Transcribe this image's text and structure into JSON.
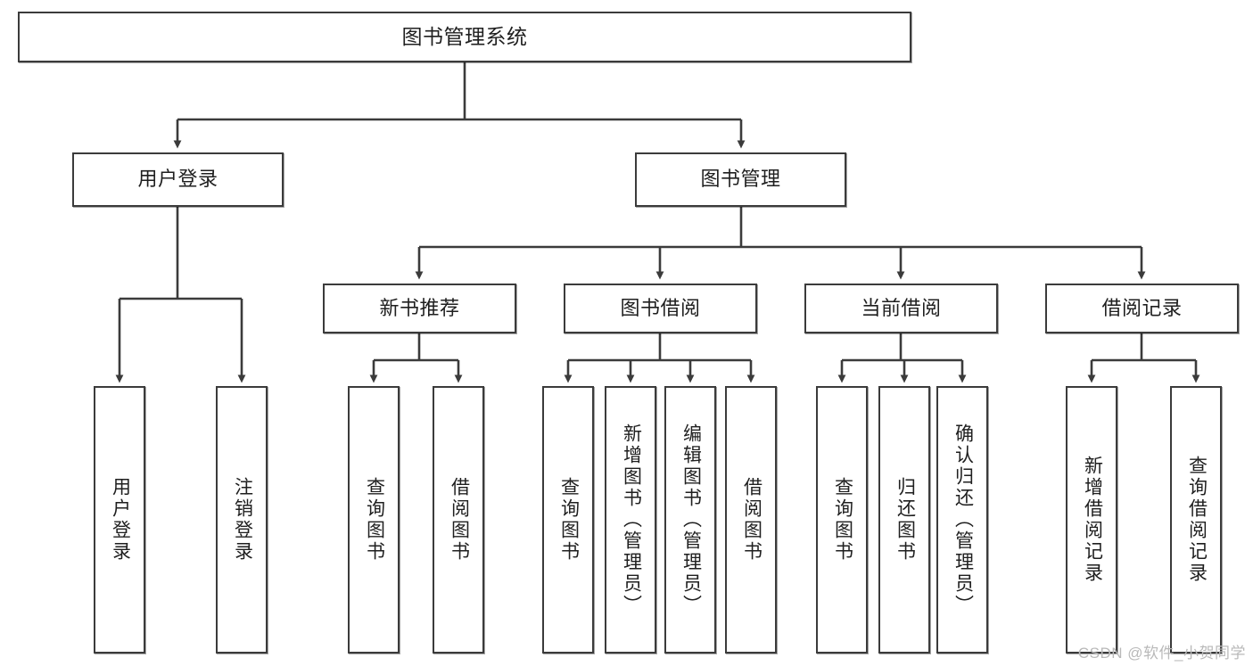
{
  "diagram": {
    "title": "图书管理系统",
    "type": "tree-hierarchy-chart",
    "watermark": "CSDN @软件_小贺同学",
    "colors": {
      "box_border": "#3b3b3b",
      "box_fill": "#ffffff",
      "edge": "#3b3b3b",
      "text": "#1f1f1f",
      "watermark": "#b9b9b9"
    },
    "levels": {
      "root": {
        "label": "图书管理系统"
      },
      "level1": [
        {
          "label": "用户登录"
        },
        {
          "label": "图书管理"
        }
      ],
      "level2": [
        {
          "label": "新书推荐"
        },
        {
          "label": "图书借阅"
        },
        {
          "label": "当前借阅"
        },
        {
          "label": "借阅记录"
        }
      ],
      "leaves": {
        "user_login": [
          {
            "label": "用户登录"
          },
          {
            "label": "注销登录"
          }
        ],
        "new_book_recommend": [
          {
            "label": "查询图书"
          },
          {
            "label": "借阅图书"
          }
        ],
        "book_borrow": [
          {
            "label": "查询图书"
          },
          {
            "label": "新增图书（管理员）"
          },
          {
            "label": "编辑图书（管理员）"
          },
          {
            "label": "借阅图书"
          }
        ],
        "current_borrow": [
          {
            "label": "查询图书"
          },
          {
            "label": "归还图书"
          },
          {
            "label": "确认归还（管理员）"
          }
        ],
        "borrow_record": [
          {
            "label": "新增借阅记录"
          },
          {
            "label": "查询借阅记录"
          }
        ]
      }
    }
  }
}
